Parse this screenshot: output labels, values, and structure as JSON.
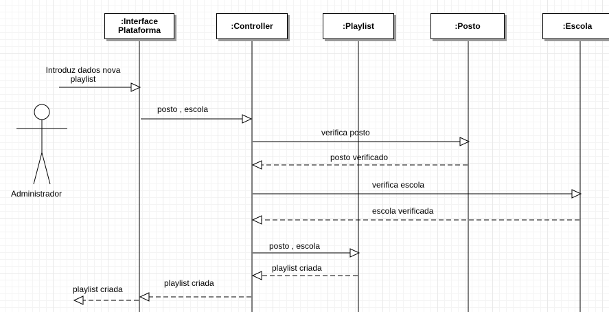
{
  "lifelines": [
    {
      "id": "interface",
      "label": ":Interface\nPlataforma"
    },
    {
      "id": "controller",
      "label": ":Controller"
    },
    {
      "id": "playlist",
      "label": ":Playlist"
    },
    {
      "id": "posto",
      "label": ":Posto"
    },
    {
      "id": "escola",
      "label": ":Escola"
    }
  ],
  "actor": {
    "label": "Administrador"
  },
  "messages": [
    {
      "label": "Introduz dados nova\nplaylist",
      "style": "solid"
    },
    {
      "label": "posto , escola",
      "style": "solid"
    },
    {
      "label": "verifica  posto",
      "style": "solid"
    },
    {
      "label": "posto  verificado",
      "style": "dashed"
    },
    {
      "label": "verifica escola",
      "style": "solid"
    },
    {
      "label": "escola verificada",
      "style": "dashed"
    },
    {
      "label": "posto , escola",
      "style": "solid"
    },
    {
      "label": "playlist criada",
      "style": "dashed"
    },
    {
      "label": "playlist criada",
      "style": "dashed"
    },
    {
      "label": "playlist criada",
      "style": "dashed"
    }
  ],
  "colors": {
    "line": "#000000",
    "grid": "#e9e9e9",
    "box_shadow": "#9a9a9a"
  }
}
